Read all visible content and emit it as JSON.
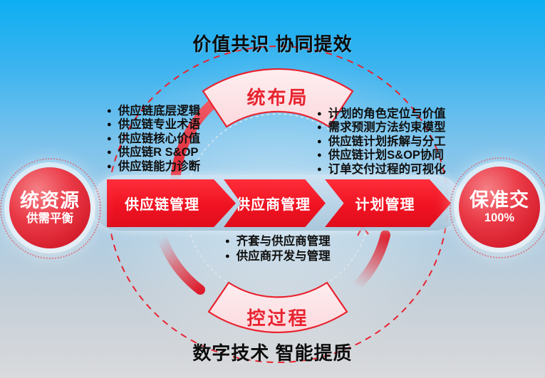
{
  "slide": {
    "top_title": "价值共识 协同提效",
    "bottom_title": "数字技术 智能提质"
  },
  "banners": {
    "top": "统布局",
    "bottom": "控过程"
  },
  "process_arrows": {
    "labels": [
      "供应链管理",
      "供应商管理",
      "计划管理"
    ]
  },
  "side_circles": {
    "left": {
      "title": "统资源",
      "subtitle": "供需平衡"
    },
    "right": {
      "title": "保准交",
      "subtitle": "100%"
    }
  },
  "lists": {
    "left": [
      "供应链底层逻辑",
      "供应链专业术语",
      "供应链核心价值",
      "供应链R S&OP",
      "供应链能力诊断"
    ],
    "right": [
      "计划的角色定位与价值",
      "需求预测方法约束模型",
      "供应链计划拆解与分工",
      "供应链计划S&OP协同",
      "订单交付过程的可视化"
    ],
    "bottom": [
      "齐套与供应商管理",
      "供应商开发与管理"
    ]
  },
  "colors": {
    "accent": "#e8232f",
    "accent-dark": "#cf0e1d",
    "banner-pink": "#fce8ea",
    "bg-top": "#0daef2",
    "bg-bottom": "#d9dadc",
    "text-dark": "#0d0d0d",
    "white": "#ffffff"
  }
}
